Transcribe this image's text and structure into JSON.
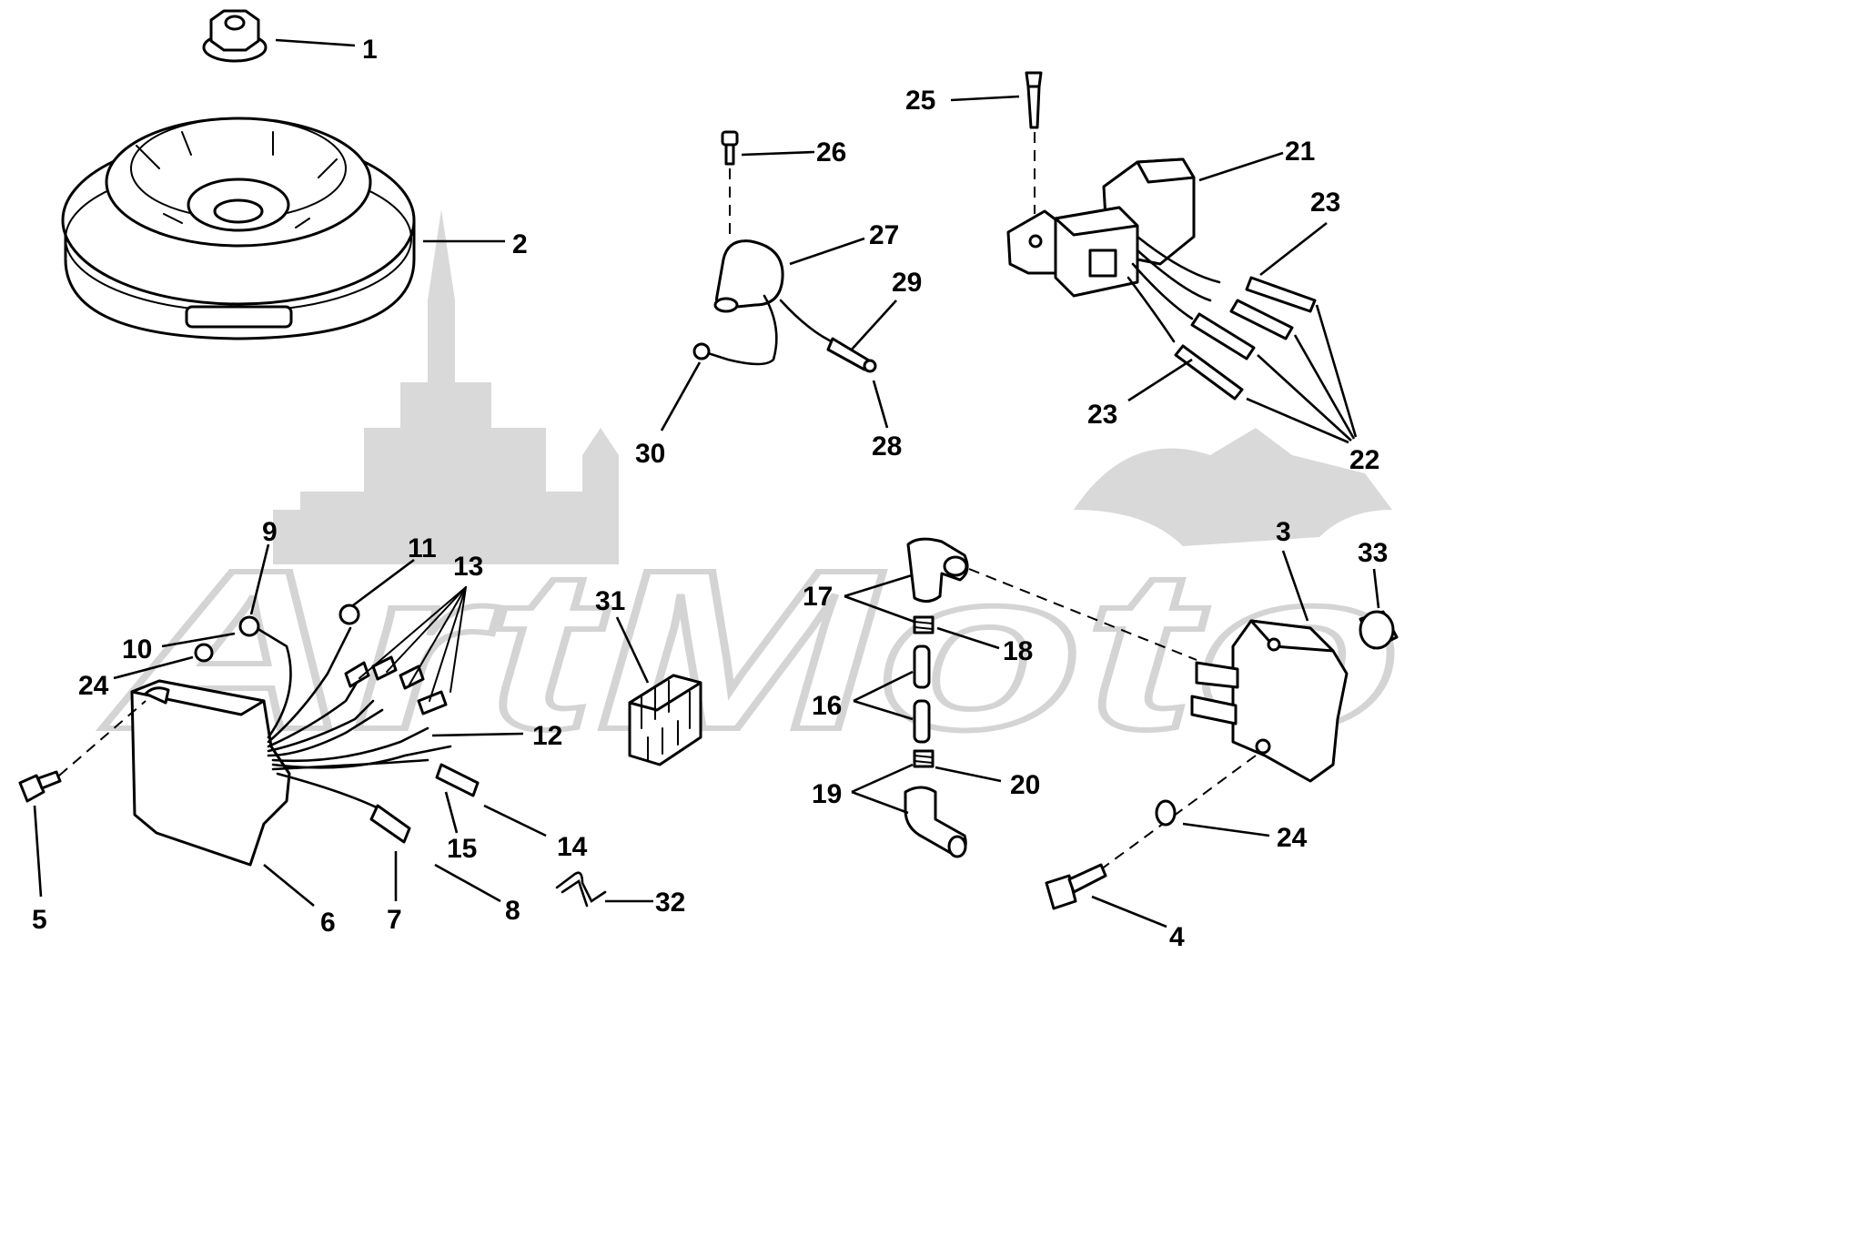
{
  "watermark": {
    "text": "ArtMoto"
  },
  "callouts": {
    "c1": "1",
    "c2": "2",
    "c3": "3",
    "c4": "4",
    "c5": "5",
    "c6": "6",
    "c7": "7",
    "c8": "8",
    "c9": "9",
    "c10": "10",
    "c11": "11",
    "c12": "12",
    "c13": "13",
    "c14": "14",
    "c15": "15",
    "c16": "16",
    "c17": "17",
    "c18": "18",
    "c19": "19",
    "c20": "20",
    "c21": "21",
    "c22": "22",
    "c23a": "23",
    "c23b": "23",
    "c24a": "24",
    "c24b": "24",
    "c25": "25",
    "c26": "26",
    "c27": "27",
    "c28": "28",
    "c29": "29",
    "c30": "30",
    "c31": "31",
    "c32": "32",
    "c33": "33"
  }
}
